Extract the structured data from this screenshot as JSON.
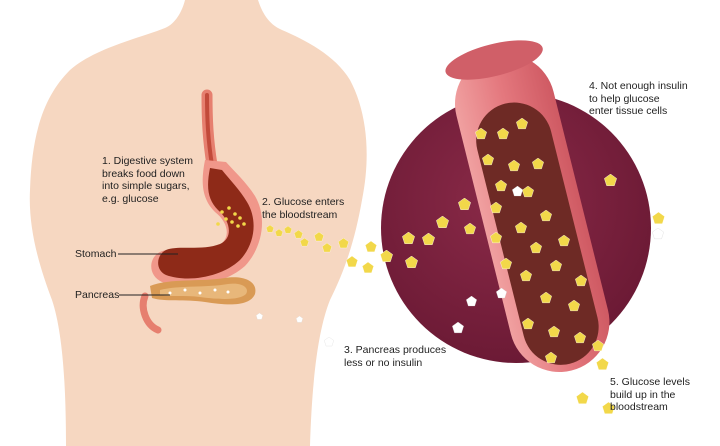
{
  "labels": {
    "step1": {
      "lines": [
        "1. Digestive system",
        "breaks food down",
        "into simple sugars,",
        "e.g. glucose"
      ]
    },
    "step2": {
      "lines": [
        "2. Glucose enters",
        "the bloodstream"
      ]
    },
    "step3": {
      "lines": [
        "3. Pancreas produces",
        "less or no insulin"
      ]
    },
    "step4": {
      "lines": [
        "4. Not enough insulin",
        "to help glucose",
        "enter tissue cells"
      ]
    },
    "step5": {
      "lines": [
        "5. Glucose levels",
        "build up in the",
        "bloodstream"
      ]
    },
    "stomach": "Stomach",
    "pancreas": "Pancreas"
  },
  "icons": {
    "glucose": "yellow-pentagon-icon",
    "insulin": "white-pentagon-icon"
  },
  "colors": {
    "skin": "#f6d7c1",
    "tissue": "#7a1f3e",
    "vessel_wall": "#e4787e",
    "vessel_inside": "#6e2a25",
    "stomach": "#8e2a18",
    "pancreas": "#d99a55",
    "glucose": "#f2d84a",
    "insulin": "#ffffff"
  }
}
